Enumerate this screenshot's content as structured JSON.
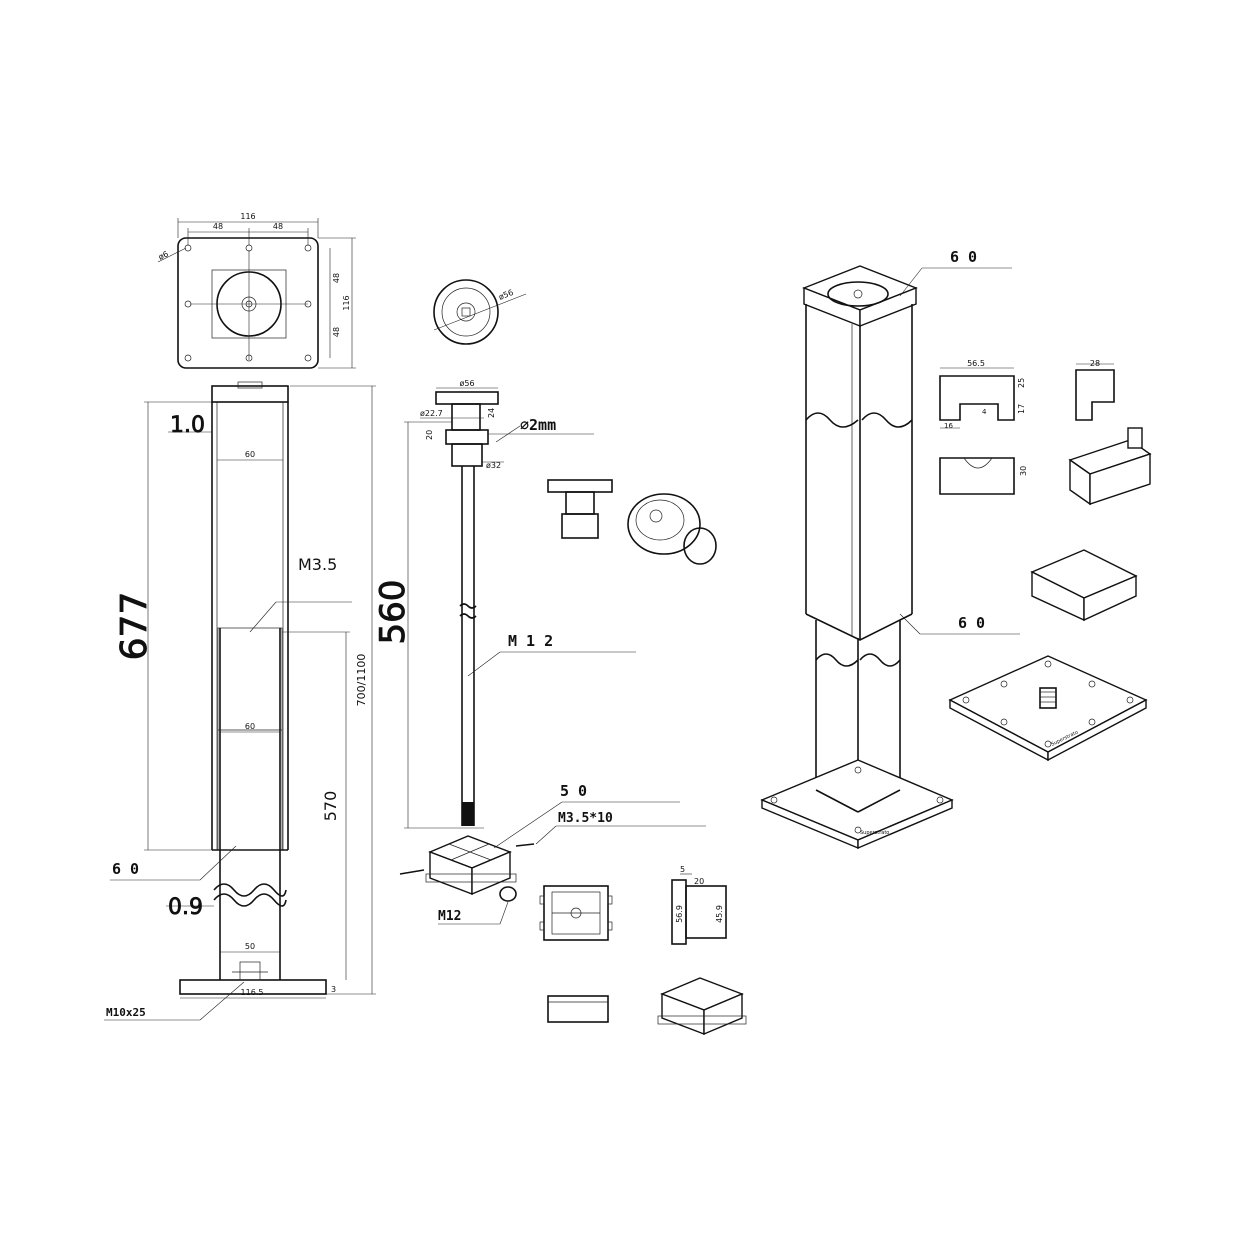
{
  "plan": {
    "overall": "116",
    "half_left": "48",
    "half_right": "48",
    "side_overall": "116",
    "side_a": "48",
    "side_b": "48",
    "hole": "ø6"
  },
  "elevation": {
    "top_offset": "1.0",
    "width_top": "60",
    "mark_screw": "M3.5",
    "height_upper": "677",
    "width_mid": "60",
    "height_lower": "570",
    "height_total": "700/1100",
    "label_60": "6 0",
    "bottom_offset": "0.9",
    "width_bottom": "50",
    "base_width": "116.5",
    "base_thk": "3",
    "bolt": "M10x25"
  },
  "rod": {
    "disc_dia": "ø56",
    "disc_dia_side": "ø56",
    "collar_dia": "ø22.7",
    "collar_h": "24",
    "sleeve_h": "20",
    "sleeve_dia": "ø32",
    "wire": "∅2mm",
    "length": "560",
    "thread": "M 1 2"
  },
  "insert": {
    "size": "5 0",
    "screw": "M3.5*10",
    "nut": "M12",
    "d_5": "5",
    "d_20": "20",
    "d_56_9": "56.9",
    "d_45_9": "45.9"
  },
  "cap": {
    "top_label": "6 0",
    "mid_label": "6 0",
    "w": "56.5",
    "h": "25",
    "foot": "16",
    "slot": "4",
    "lip": "17",
    "side_w": "28",
    "depth": "30"
  },
  "brand": "Superstrato"
}
